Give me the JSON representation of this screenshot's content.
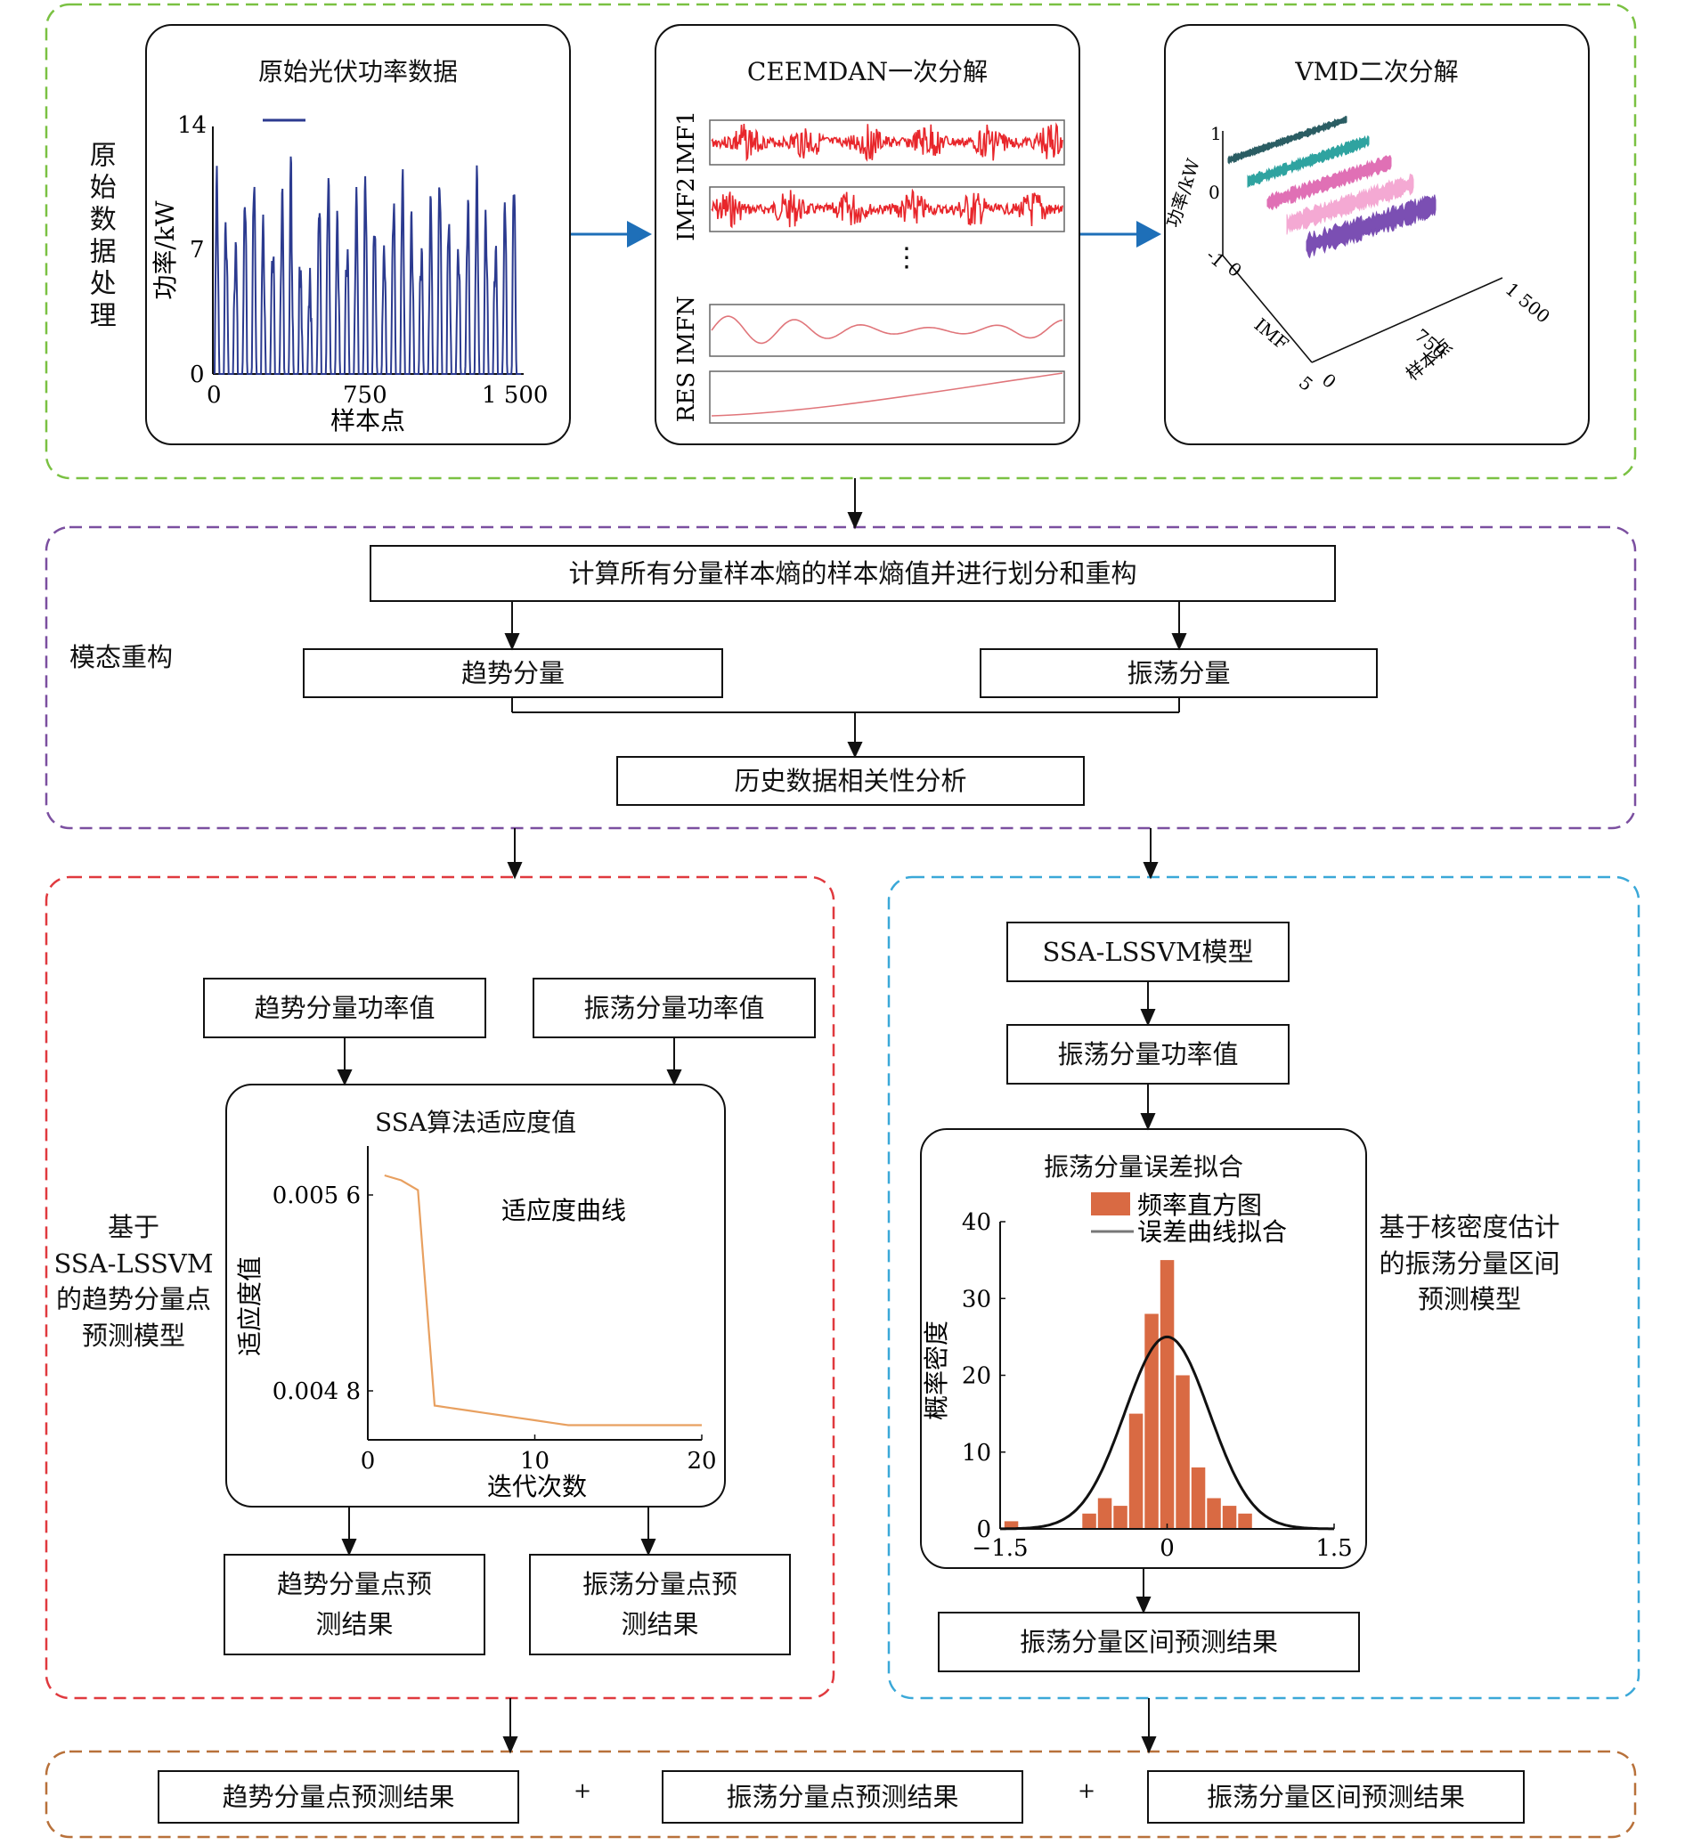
{
  "stage1": {
    "label": "原始数据处理",
    "raw_panel": {
      "title": "原始光伏功率数据",
      "ylabel": "功率/kW",
      "xlabel": "样本点",
      "yticks": [
        "0",
        "7",
        "14"
      ],
      "xticks": [
        "0",
        "750",
        "1 500"
      ],
      "series_color": "#2b3a8f"
    },
    "ceemdan_panel": {
      "title": "CEEMDAN一次分解",
      "row_labels": [
        "IMF1",
        "IMF2",
        "IMFN",
        "RES"
      ],
      "ellipsis": "⋮",
      "imf_color": "#e8262b",
      "slow_color": "#e0757a"
    },
    "vmd_panel": {
      "title": "VMD二次分解",
      "zlabel": "功率/kW",
      "ylabel": "IMF",
      "xlabel": "样本点",
      "zticks": [
        "1",
        "0",
        "-1"
      ],
      "yticks": [
        "0",
        "5"
      ],
      "xticks": [
        "0",
        "750",
        "1 500"
      ],
      "series_colors": [
        "#2a5d63",
        "#2fa3a0",
        "#e070b5",
        "#f4a9d3",
        "#7b4fb3"
      ]
    }
  },
  "stage2": {
    "label": "模态重构",
    "top_box": "计算所有分量样本熵的样本熵值并进行划分和重构",
    "trend_box": "趋势分量",
    "osc_box": "振荡分量",
    "corr_box": "历史数据相关性分析"
  },
  "left_module": {
    "label": "基于SSA-LSSVM的趋势分量点预测模型",
    "label_lines": [
      "基于",
      "SSA-LSSVM",
      "的趋势分量点",
      "预测模型"
    ],
    "in_trend": "趋势分量功率值",
    "in_osc": "振荡分量功率值",
    "out_trend_lines": [
      "趋势分量点预",
      "测结果"
    ],
    "out_osc_lines": [
      "振荡分量点预",
      "测结果"
    ]
  },
  "right_module": {
    "label_lines": [
      "基于核密度估计",
      "的振荡分量区间",
      "预测模型"
    ],
    "model_box": "SSA-LSSVM模型",
    "osc_power_box": "振荡分量功率值",
    "result_box": "振荡分量区间预测结果"
  },
  "final_row": {
    "box1": "趋势分量点预测结果",
    "plus": "+",
    "box2": "振荡分量点预测结果",
    "box3": "振荡分量区间预测结果"
  },
  "colors": {
    "stage1_border": "#7ac142",
    "stage2_border": "#7b4fa0",
    "left_border": "#e0393e",
    "right_border": "#3aa8d8",
    "final_border": "#b8713a",
    "arrow_blue": "#1e6fb8",
    "fitness_curve": "#e8a060",
    "histogram": "#d96a43",
    "kde_curve": "#111111"
  },
  "chart_data": [
    {
      "type": "line",
      "title": "SSA算法适应度值",
      "annotation": "适应度曲线",
      "xlabel": "迭代次数",
      "ylabel": "适应度值",
      "xticks": [
        "0",
        "10",
        "20"
      ],
      "yticks": [
        "0.004 8",
        "0.005 6"
      ],
      "x": [
        1,
        2,
        3,
        4,
        5,
        6,
        7,
        8,
        9,
        10,
        11,
        12,
        13,
        14,
        15,
        16,
        17,
        18,
        19,
        20
      ],
      "y": [
        0.00568,
        0.00566,
        0.00562,
        0.00474,
        0.00473,
        0.00472,
        0.00471,
        0.0047,
        0.00469,
        0.00468,
        0.00467,
        0.00466,
        0.00466,
        0.00466,
        0.00466,
        0.00466,
        0.00466,
        0.00466,
        0.00466,
        0.00466
      ],
      "xlim": [
        0,
        20
      ],
      "ylim": [
        0.0046,
        0.0058
      ]
    },
    {
      "type": "bar",
      "title": "振荡分量误差拟合",
      "ylabel": "概率密度",
      "legend": [
        "频率直方图",
        "误差曲线拟合"
      ],
      "legend_position": "top",
      "xticks": [
        "−1.5",
        "0",
        "1.5"
      ],
      "yticks": [
        "0",
        "10",
        "20",
        "30",
        "40"
      ],
      "bin_centers": [
        -1.4,
        -1.26,
        -1.12,
        -0.98,
        -0.84,
        -0.7,
        -0.56,
        -0.42,
        -0.28,
        -0.14,
        0.0,
        0.14,
        0.28,
        0.42,
        0.56,
        0.7,
        0.84,
        0.98,
        1.12,
        1.26,
        1.4
      ],
      "values": [
        1,
        0,
        0,
        0,
        0,
        2,
        4,
        3,
        15,
        28,
        35,
        20,
        8,
        4,
        3,
        2,
        0,
        0,
        0,
        0,
        0
      ],
      "kde_peak": 25,
      "kde_sigma": 0.38,
      "xlim": [
        -1.5,
        1.5
      ],
      "ylim": [
        0,
        40
      ]
    }
  ]
}
